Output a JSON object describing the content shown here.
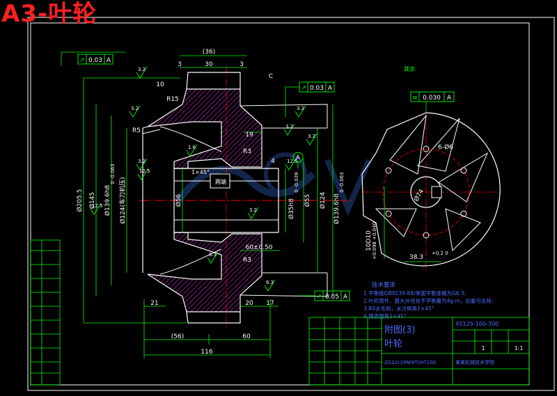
{
  "banner": "A3-叶轮",
  "colors": {
    "background": "#000000",
    "frame": "#ffffff",
    "outline": "#ffffff",
    "dimension": "#00ff00",
    "centerline": "#ff0000",
    "hatch": "#cc33cc",
    "notes": "#4f6bff",
    "title_block": "#00ff00",
    "banner": "#ff2020"
  },
  "tolerance_frames": {
    "runout_left": {
      "symbol": "↗",
      "value": "0.03",
      "datum": "A"
    },
    "runout_mid": {
      "symbol": "↗",
      "value": "0.03",
      "datum": "A"
    },
    "runout_bottom": {
      "symbol": "↗",
      "value": "0.05",
      "datum": "A"
    },
    "symmetry_right": {
      "symbol": "≡",
      "value": "0.030",
      "datum": "A"
    }
  },
  "dims": {
    "d36": "(36)",
    "d3a": "3",
    "d30": "30",
    "d3b": "3",
    "d10": "10",
    "r15": "R15",
    "callout_c": "C",
    "r5": "R5",
    "r3a": "R3",
    "r3b": "R3",
    "d19": "19",
    "d1x45": "1×45°",
    "d4": "4",
    "d60": "60±0.50",
    "d21": "21",
    "d20": "20",
    "d17": "17",
    "d56p": "(56)",
    "d60b": "60",
    "d116": "116",
    "dia2055": "Ø205.5",
    "dia145": "Ø145",
    "dia1396h8": "Ø139.6h8",
    "dia1396tol": "0 -0.063",
    "dia124left": "Ø124(车刀机压)",
    "dia56": "Ø56",
    "dia35h8": "Ø35h8",
    "dia35tol": "0 -0.039",
    "dia55": "Ø55",
    "dia124": "Ø124",
    "dia1396h8r": "Ø139.6h8",
    "dia1396tolr": "0 -0.063",
    "holes": "6-Ø6",
    "phi74": "Ø74",
    "key_width": "10D10",
    "key_tol": "+0.098 +0.040",
    "key_depth": "38.3",
    "key_depth_tol": "+0.2 0",
    "datum_a": "A",
    "label_bore": "两端",
    "surface_finish": "其余"
  },
  "roughness": [
    "3.2",
    "3.2",
    "3.2",
    "3.2",
    "3.2",
    "12.5",
    "12.5",
    "3.2",
    "6.3",
    "3.2",
    "12.5",
    "1.6",
    "6.3"
  ],
  "notes": {
    "title": "技术要求",
    "lines": [
      "1.平衡按GB9239-88/单面平衡准确为G6.3;",
      "2.叶轮铸件、最大外径处不平衡量为4g·m，加重可去除;",
      "3.R0去毛刺，未注倒角1×45°",
      "4.铸造圆角1×45°"
    ]
  },
  "title_block": {
    "drawing_title": "附图(3)",
    "part_name": "叶轮",
    "drawing_number": "XS125-100-300",
    "material": "ZG1Cr18Ni9Ti/HT200",
    "org": "某某机械技术学院",
    "scale": "1:1",
    "quantity": "1"
  }
}
